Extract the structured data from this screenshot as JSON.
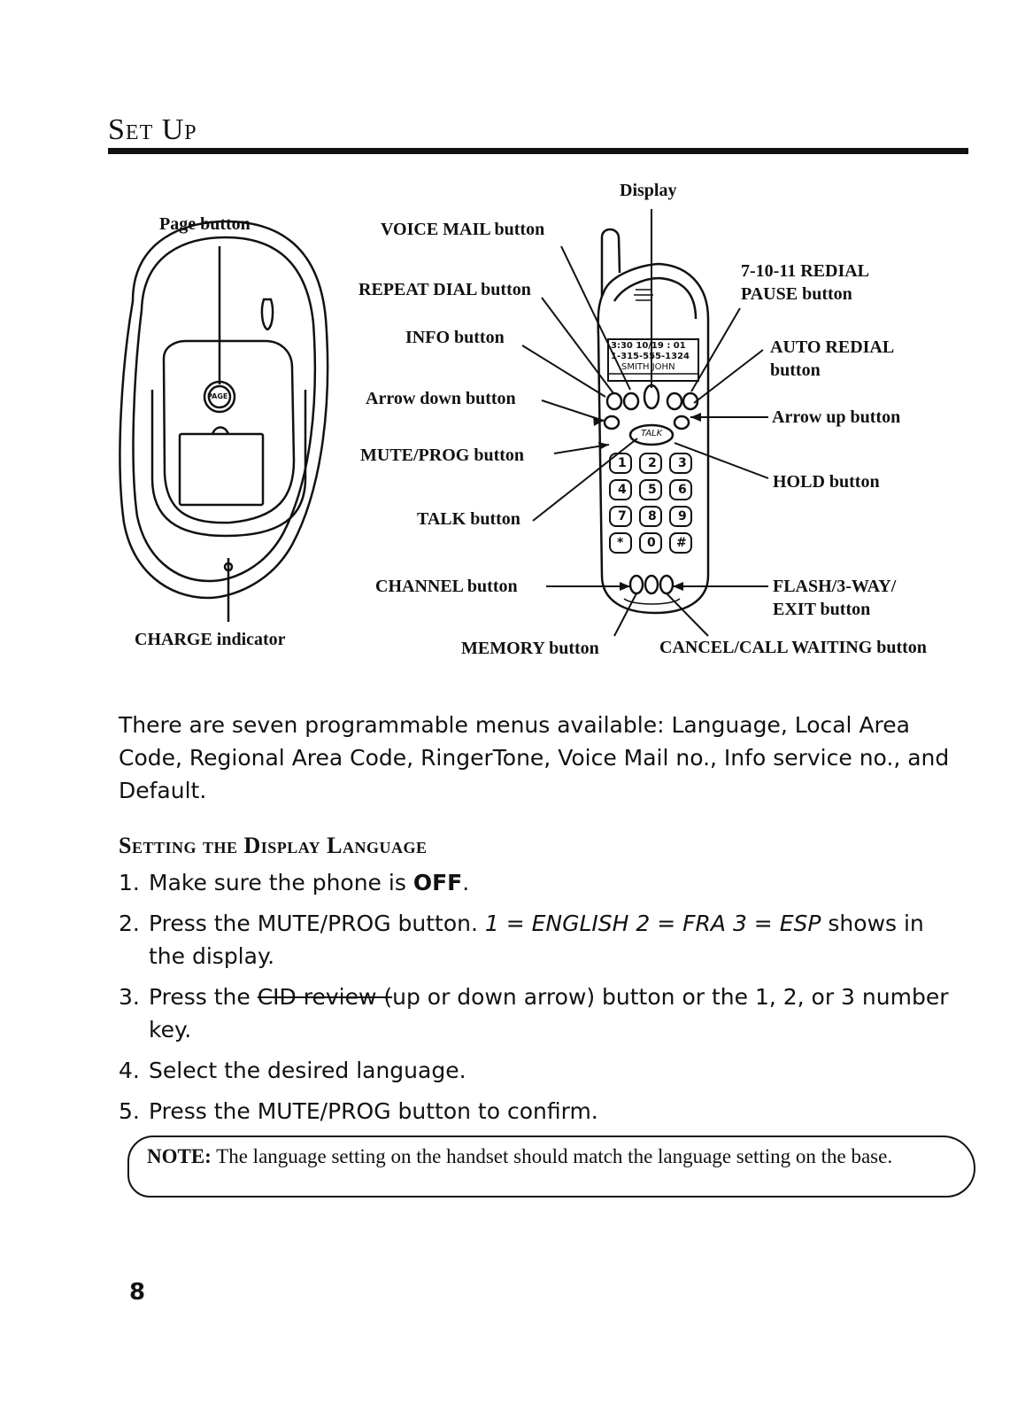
{
  "page": {
    "section_title": "Set Up",
    "page_number": "8"
  },
  "diagram": {
    "labels": {
      "display": "Display",
      "page_button": "Page button",
      "voice_mail": "VOICE MAIL button",
      "repeat_dial": "REPEAT DIAL button",
      "info": "INFO button",
      "arrow_down": "Arrow down button",
      "mute_prog": "MUTE/PROG button",
      "talk": "TALK button",
      "channel": "CHANNEL button",
      "memory": "MEMORY button",
      "cancel_call_waiting": "CANCEL/CALL WAITING button",
      "charge_indicator": "CHARGE indicator",
      "redial_pause_line1": "7-10-11 REDIAL",
      "redial_pause_line2": "PAUSE button",
      "auto_redial_line1": "AUTO REDIAL",
      "auto_redial_line2": "button",
      "arrow_up": "Arrow up button",
      "hold": "HOLD button",
      "flash_line1": "FLASH/3-WAY/",
      "flash_line2": "EXIT button"
    },
    "base_page_key": "PAGE",
    "lcd_lines": [
      "3:30  10/19 : 01",
      "1-315-555-1324",
      "SMITH JOHN"
    ],
    "talk_key": "TALK",
    "keypad": [
      "1",
      "2",
      "3",
      "4",
      "5",
      "6",
      "7",
      "8",
      "9",
      "*",
      "0",
      "#"
    ]
  },
  "intro": "There are seven programmable menus available: Language, Local Area Code, Regional Area Code, RingerTone, Voice Mail no., Info service no., and Default.",
  "subsection_title": "Setting the Display Language",
  "steps": {
    "s1": {
      "num": "1.",
      "pre": "Make sure the phone is ",
      "bold": "OFF",
      "post": "."
    },
    "s2": {
      "num": "2.",
      "pre": "Press the MUTE/PROG button. ",
      "italic": "1 = ENGLISH 2 = FRA 3 = ESP",
      "post": " shows in the display."
    },
    "s3": {
      "num": "3.",
      "pre": "Press the ",
      "strike": "CID review (",
      "post": "up or down arrow) button or the 1, 2, or 3 number key."
    },
    "s4": {
      "num": "4.",
      "text": "Select the desired language."
    },
    "s5": {
      "num": "5.",
      "text": "Press the MUTE/PROG button to confirm."
    }
  },
  "note": {
    "label": "NOTE:",
    "text": " The language setting on the handset should match the language setting on the base."
  }
}
